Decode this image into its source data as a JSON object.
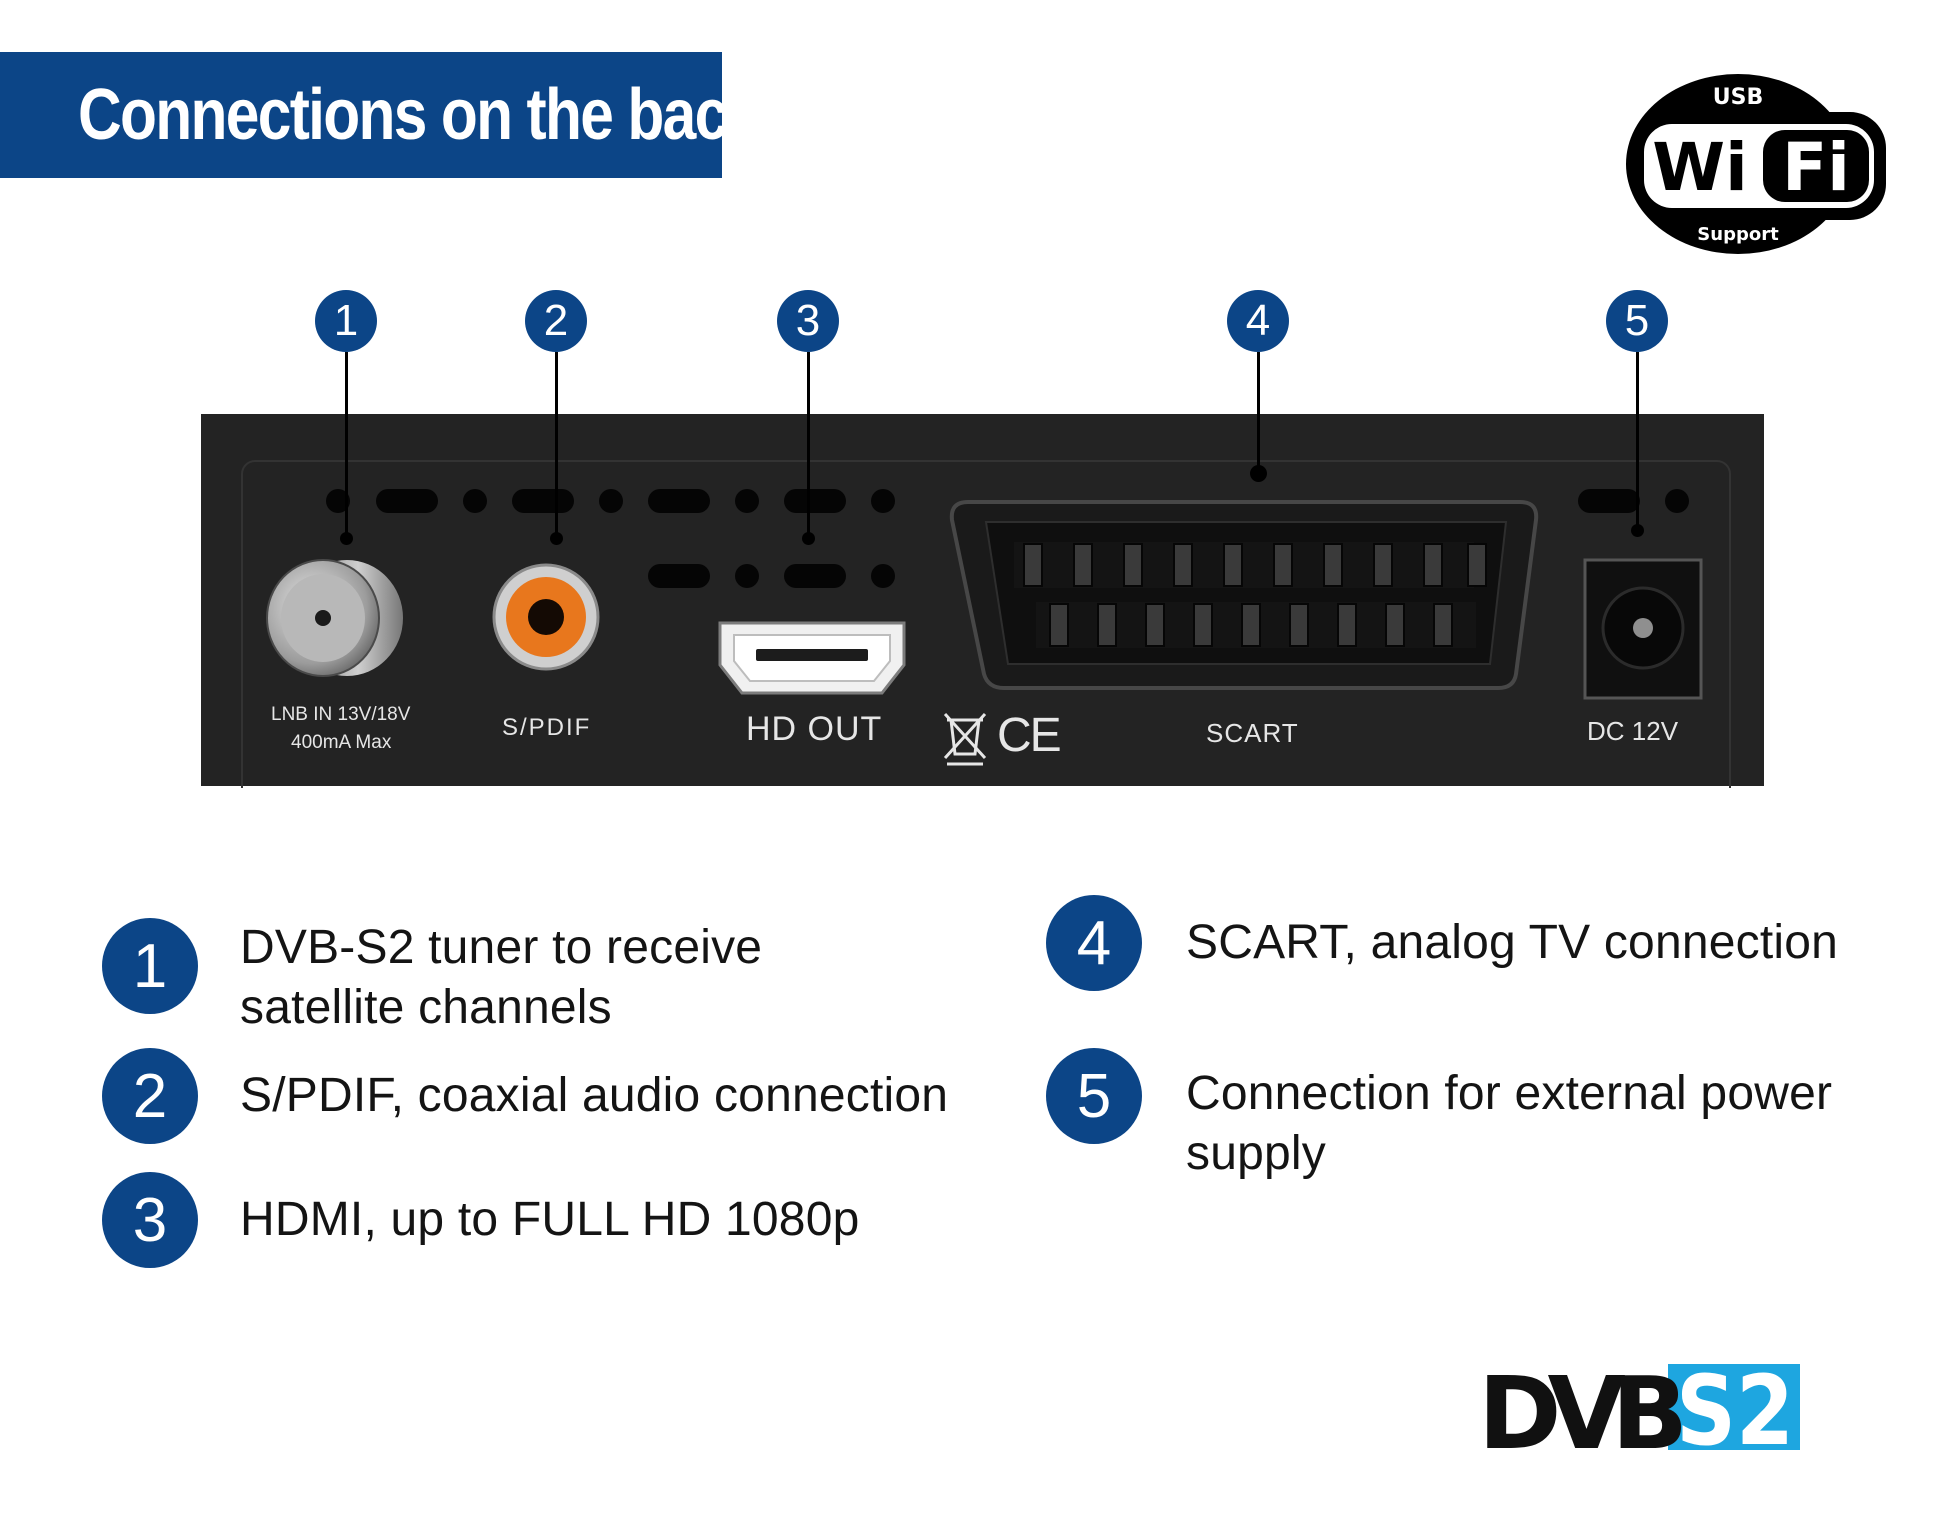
{
  "header": {
    "title": "Connections on the back"
  },
  "wifi_logo": {
    "top_text": "USB",
    "left_text": "Wi",
    "right_text": "Fi",
    "bottom_text": "Support"
  },
  "callouts": [
    "1",
    "2",
    "3",
    "4",
    "5"
  ],
  "ports": {
    "lnb_label_1": "LNB  IN  13V/18V",
    "lnb_label_2": "400mA  Max",
    "spdif_label": "S/PDIF",
    "hdmi_label": "HD OUT",
    "ce_label": "CE",
    "scart_label": "SCART",
    "dc_label": "DC  12V"
  },
  "legend": [
    {
      "number": "1",
      "line1": "DVB-S2 tuner to receive",
      "line2": "satellite channels"
    },
    {
      "number": "2",
      "line1": "S/PDIF, coaxial audio connection",
      "line2": ""
    },
    {
      "number": "3",
      "line1": "HDMI, up to FULL HD 1080p",
      "line2": ""
    },
    {
      "number": "4",
      "line1": "SCART, analog TV connection",
      "line2": ""
    },
    {
      "number": "5",
      "line1": "Connection for external power",
      "line2": "supply"
    }
  ],
  "dvb_logo": {
    "left": "DVB",
    "right": "S2"
  },
  "colors": {
    "brand_blue": "#0c4587",
    "panel": "#232323",
    "dvb_cyan": "#1ea6e0",
    "spdif_orange": "#e8771d"
  }
}
